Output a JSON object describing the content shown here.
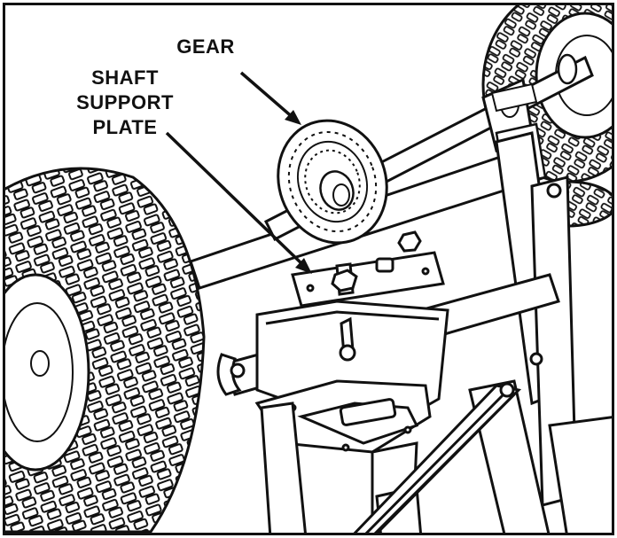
{
  "callouts": {
    "gear": "GEAR",
    "shaft_support_plate": [
      "SHAFT",
      "SUPPORT",
      "PLATE"
    ]
  },
  "colors": {
    "line": "#111111",
    "background": "#ffffff",
    "frame": "#111111"
  }
}
